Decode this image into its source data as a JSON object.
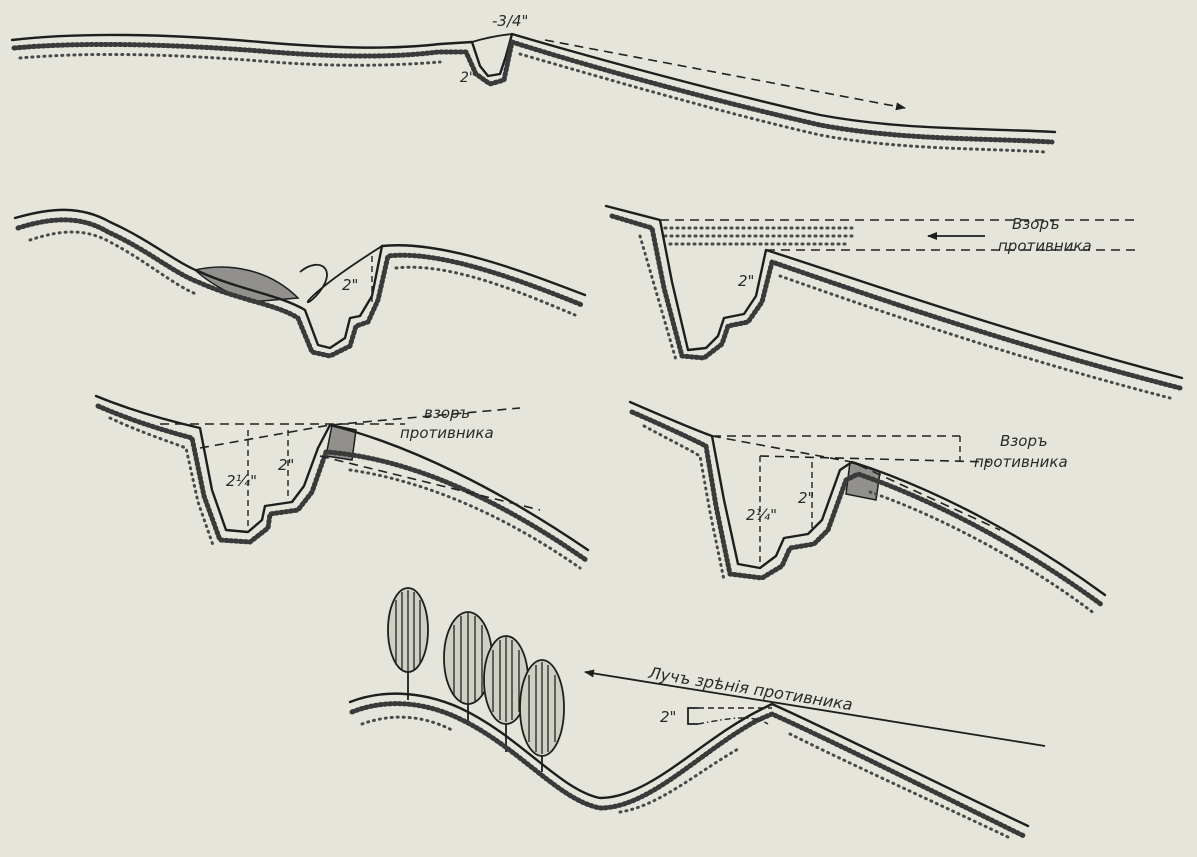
{
  "figure": {
    "background_color": "#e6e5dc",
    "ink_color": "#1e1e1e"
  },
  "labels": {
    "sec1_top_dim": "-3/4\"",
    "sec1_depth": "2\"",
    "sec2_depth": "2\"",
    "sec3_depth": "2\"",
    "sec3_view_line1": "Взоръ",
    "sec3_view_line2": "противника",
    "sec4_depth_a": "2¼\"",
    "sec4_depth_b": "2\"",
    "sec4_view_line1": "взоръ",
    "sec4_view_line2": "противника",
    "sec5_depth_a": "2¼\"",
    "sec5_depth_b": "2\"",
    "sec5_view_line1": "Взоръ",
    "sec5_view_line2": "противника",
    "sec6_depth": "2\"",
    "sec6_ray": "Лучъ зрѣнія противника"
  }
}
